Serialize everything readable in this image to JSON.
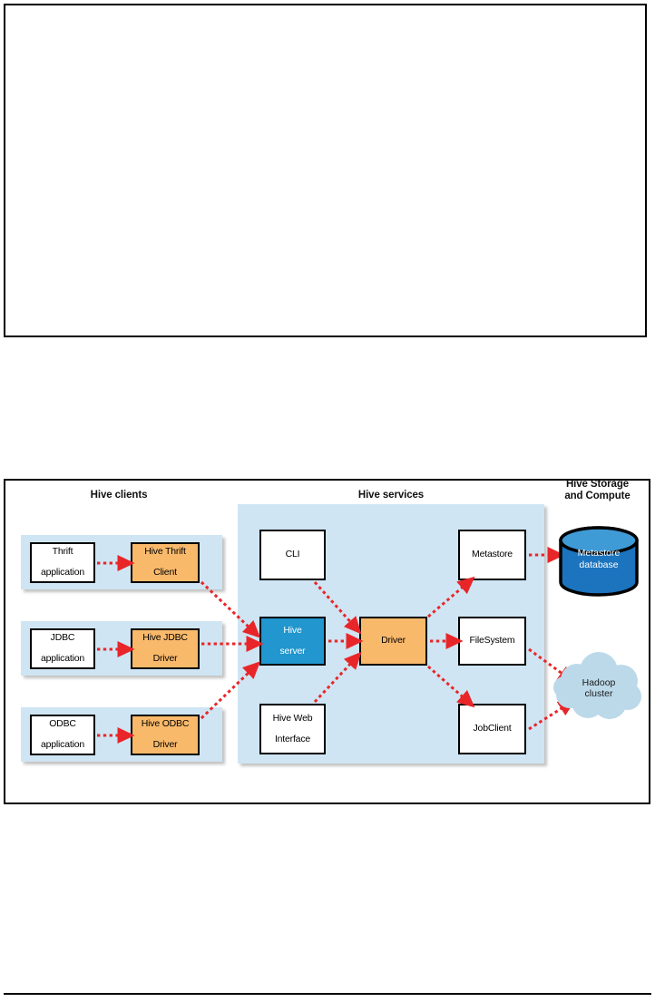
{
  "figure": {
    "group_titles": {
      "clients": "Hive clients",
      "services": "Hive services",
      "storage": "Hive Storage\nand Compute",
      "storage_line1": "Hive Storage",
      "storage_line2": "and Compute"
    },
    "clients": [
      {
        "app": "Thrift\napplication",
        "app_line1": "Thrift",
        "app_line2": "application",
        "driver": "Hive Thrift\nClient",
        "driver_line1": "Hive Thrift",
        "driver_line2": "Client"
      },
      {
        "app": "JDBC\napplication",
        "app_line1": "JDBC",
        "app_line2": "application",
        "driver": "Hive JDBC\nDriver",
        "driver_line1": "Hive JDBC",
        "driver_line2": "Driver"
      },
      {
        "app": "ODBC\napplication",
        "app_line1": "ODBC",
        "app_line2": "application",
        "driver": "Hive ODBC\nDriver",
        "driver_line1": "Hive ODBC",
        "driver_line2": "Driver"
      }
    ],
    "services": {
      "cli": "CLI",
      "hive_server_line1": "Hive",
      "hive_server_line2": "server",
      "hive_web_line1": "Hive Web",
      "hive_web_line2": "Interface",
      "driver": "Driver",
      "metastore": "Metastore",
      "filesystem": "FileSystem",
      "jobclient": "JobClient"
    },
    "storage": {
      "metastore_db_line1": "Metastore",
      "metastore_db_line2": "database",
      "hadoop_line1": "Hadoop",
      "hadoop_line2": "cluster"
    },
    "colors": {
      "panel_blue": "#cfe5f3",
      "node_orange": "#f9b96b",
      "node_blue": "#2196cf",
      "arrow_red": "#e8262a",
      "cylinder_blue": "#1b74bd",
      "cylinder_top": "#3f9bd6",
      "cloud_blue": "#bcd9ea",
      "border_black": "#000000"
    }
  }
}
